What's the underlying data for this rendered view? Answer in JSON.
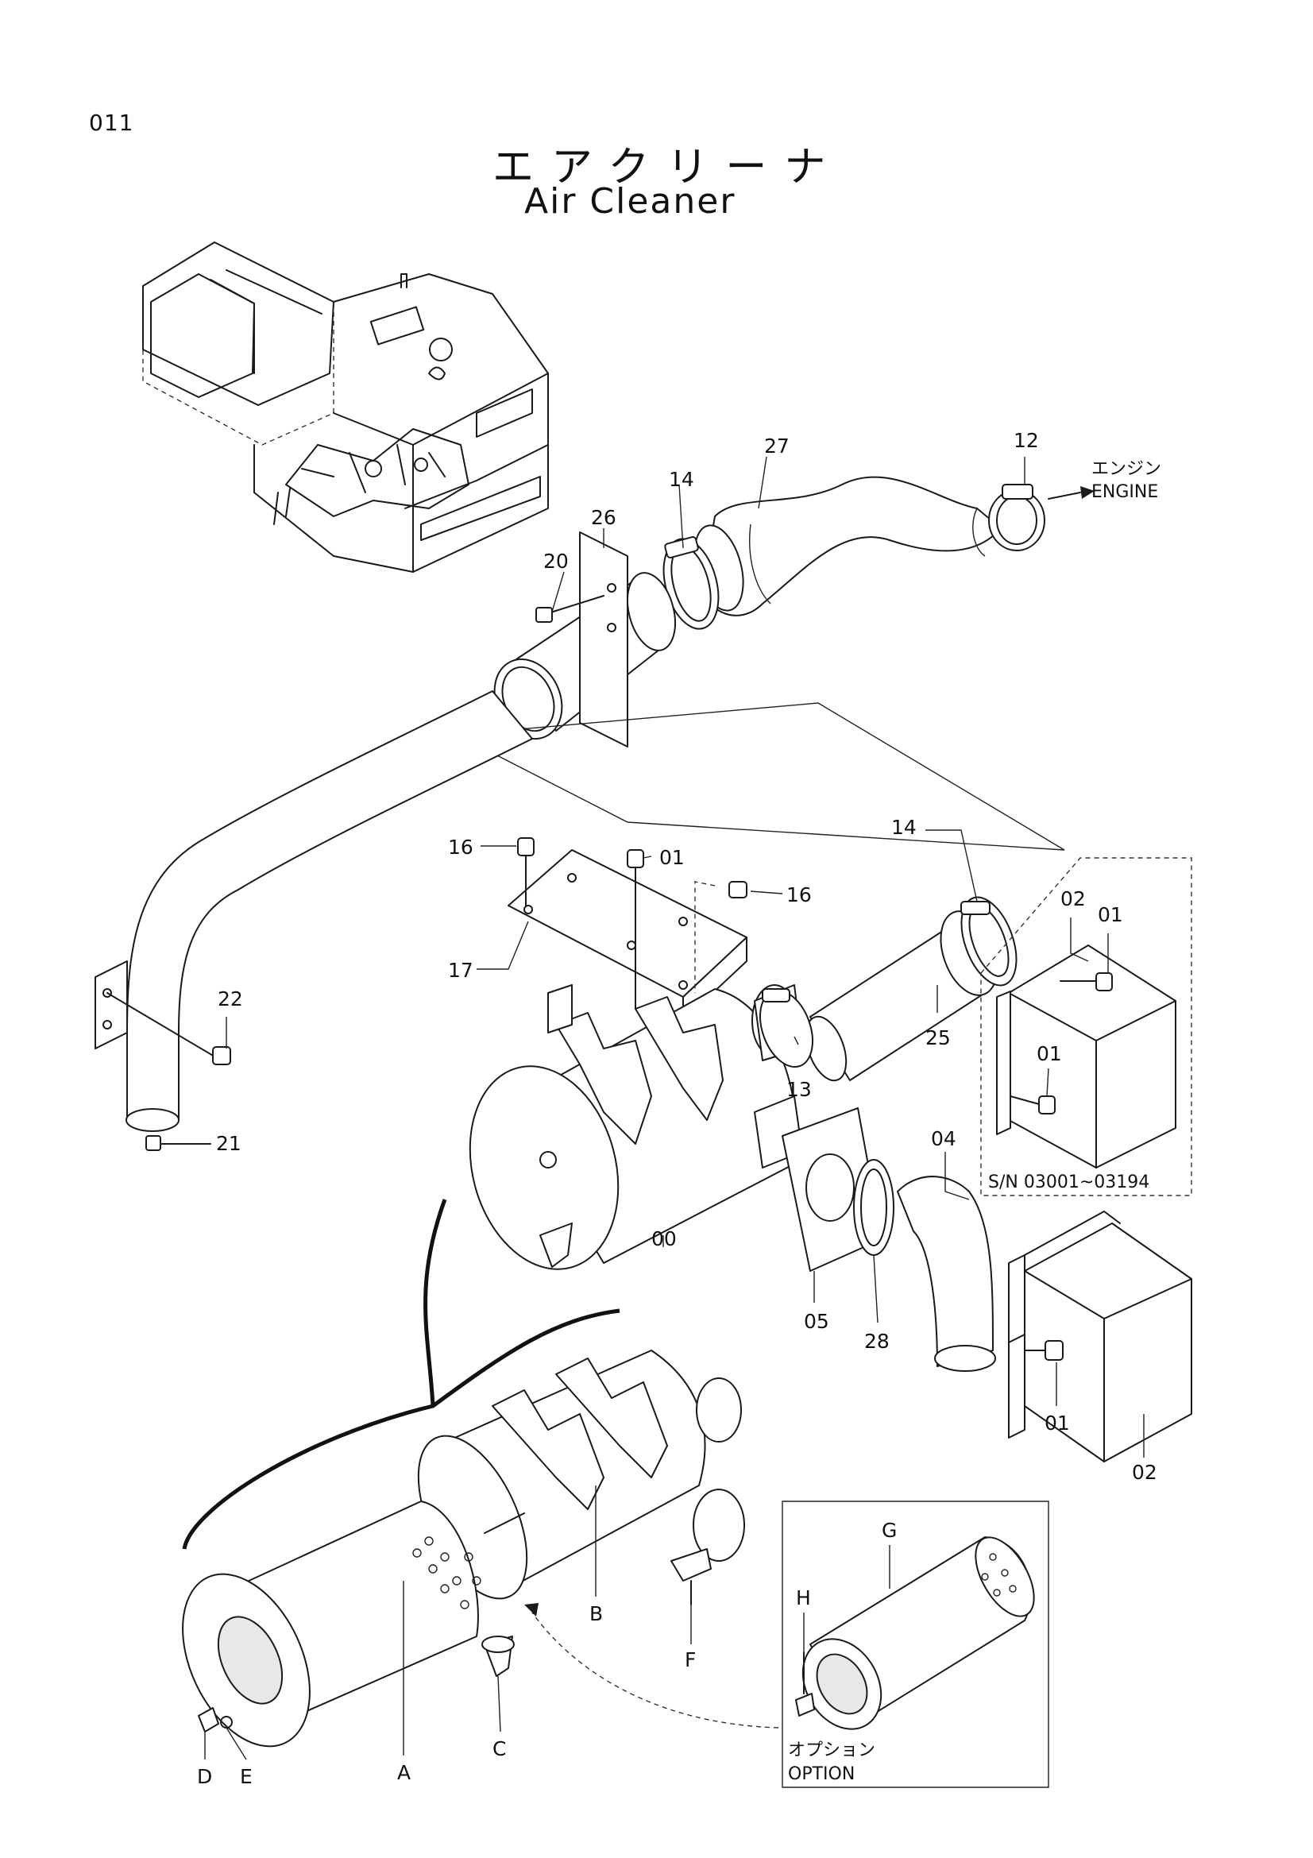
{
  "header": {
    "page_number": "011",
    "title_ja": "エアクリーナ",
    "title_en": "Air Cleaner"
  },
  "callouts": {
    "p00": "00",
    "p01a": "01",
    "p01b": "01",
    "p01c": "01",
    "p02a": "02",
    "p02b": "02",
    "p04": "04",
    "p05": "05",
    "p12": "12",
    "p13": "13",
    "p14a": "14",
    "p14b": "14",
    "p16a": "16",
    "p16b": "16",
    "p17": "17",
    "p20": "20",
    "p21": "21",
    "p22": "22",
    "p25": "25",
    "p26": "26",
    "p27": "27",
    "p28": "28",
    "pA": "A",
    "pB": "B",
    "pC": "C",
    "pD": "D",
    "pE": "E",
    "pF": "F",
    "pG": "G",
    "pH": "H"
  },
  "notes": {
    "engine_ja": "エンジン",
    "engine_en": "ENGINE",
    "serial_range": "S/N 03001~03194",
    "option_ja": "オプション",
    "option_en": "OPTION"
  }
}
